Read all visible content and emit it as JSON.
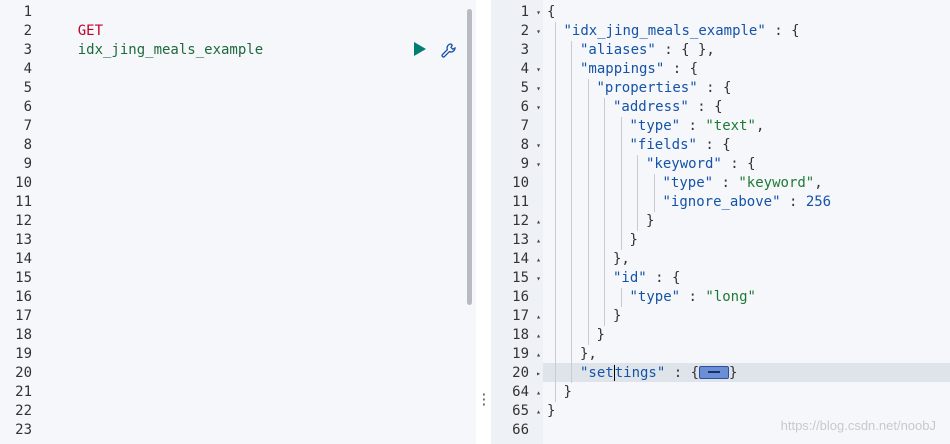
{
  "request": {
    "method": "GET",
    "path": "idx_jing_meals_example",
    "line_numbers": [
      "1",
      "2",
      "3",
      "4",
      "5",
      "6",
      "7",
      "8",
      "9",
      "10",
      "11",
      "12",
      "13",
      "14",
      "15",
      "16",
      "17",
      "18",
      "19",
      "20",
      "21",
      "22",
      "23"
    ],
    "icons": [
      "play-icon",
      "wrench-icon"
    ]
  },
  "response": {
    "rows": [
      {
        "n": "1",
        "fold": "▾",
        "indent": 0,
        "key": "",
        "value": "",
        "punc": "{"
      },
      {
        "n": "2",
        "fold": "▾",
        "indent": 1,
        "key": "\"idx_jing_meals_example\"",
        "value": "",
        "punc": " : {"
      },
      {
        "n": "3",
        "fold": "",
        "indent": 2,
        "key": "\"aliases\"",
        "value": "",
        "punc": " : { },"
      },
      {
        "n": "4",
        "fold": "▾",
        "indent": 2,
        "key": "\"mappings\"",
        "value": "",
        "punc": " : {"
      },
      {
        "n": "5",
        "fold": "▾",
        "indent": 3,
        "key": "\"properties\"",
        "value": "",
        "punc": " : {"
      },
      {
        "n": "6",
        "fold": "▾",
        "indent": 4,
        "key": "\"address\"",
        "value": "",
        "punc": " : {"
      },
      {
        "n": "7",
        "fold": "",
        "indent": 5,
        "key": "\"type\"",
        "value": "\"text\"",
        "punc": ","
      },
      {
        "n": "8",
        "fold": "▾",
        "indent": 5,
        "key": "\"fields\"",
        "value": "",
        "punc": " : {"
      },
      {
        "n": "9",
        "fold": "▾",
        "indent": 6,
        "key": "\"keyword\"",
        "value": "",
        "punc": " : {"
      },
      {
        "n": "10",
        "fold": "",
        "indent": 7,
        "key": "\"type\"",
        "value": "\"keyword\"",
        "punc": ","
      },
      {
        "n": "11",
        "fold": "",
        "indent": 7,
        "key": "\"ignore_above\"",
        "value": "256",
        "punc": ""
      },
      {
        "n": "12",
        "fold": "▴",
        "indent": 6,
        "key": "",
        "value": "",
        "punc": "}"
      },
      {
        "n": "13",
        "fold": "▴",
        "indent": 5,
        "key": "",
        "value": "",
        "punc": "}"
      },
      {
        "n": "14",
        "fold": "▴",
        "indent": 4,
        "key": "",
        "value": "",
        "punc": "},"
      },
      {
        "n": "15",
        "fold": "▾",
        "indent": 4,
        "key": "\"id\"",
        "value": "",
        "punc": " : {"
      },
      {
        "n": "16",
        "fold": "",
        "indent": 5,
        "key": "\"type\"",
        "value": "\"long\"",
        "punc": ""
      },
      {
        "n": "17",
        "fold": "▴",
        "indent": 4,
        "key": "",
        "value": "",
        "punc": "}"
      },
      {
        "n": "18",
        "fold": "▴",
        "indent": 3,
        "key": "",
        "value": "",
        "punc": "}"
      },
      {
        "n": "19",
        "fold": "▴",
        "indent": 2,
        "key": "",
        "value": "",
        "punc": "},"
      },
      {
        "n": "20",
        "fold": "▸",
        "indent": 2,
        "key": "\"settings\"",
        "value": "",
        "punc": " : {"
      },
      {
        "n": "64",
        "fold": "▴",
        "indent": 1,
        "key": "",
        "value": "",
        "punc": "}"
      },
      {
        "n": "65",
        "fold": "▴",
        "indent": 0,
        "key": "",
        "value": "",
        "punc": "}"
      },
      {
        "n": "66",
        "fold": "",
        "indent": 0,
        "key": "",
        "value": "",
        "punc": ""
      }
    ],
    "folded_marker": "settings-collapsed-widget"
  },
  "watermark": "https://blog.csdn.net/noobJ",
  "colors": {
    "editor_bg": "#f5f7fa",
    "active_line": "#dfe4ea",
    "method": "#c1002a",
    "key": "#1553a8",
    "string": "#1e7a33",
    "run_button": "#017d73"
  }
}
